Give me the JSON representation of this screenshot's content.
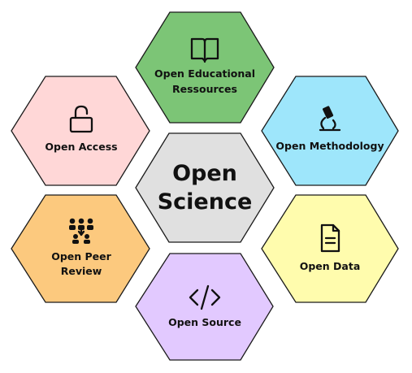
{
  "center": {
    "line1": "Open",
    "line2": "Science",
    "color": "#e0e0e0"
  },
  "petals": [
    {
      "id": "educational",
      "lines": [
        "Open Educational",
        "Ressources"
      ],
      "color": "#7cc576",
      "icon": "open-book-icon"
    },
    {
      "id": "access",
      "lines": [
        "Open Access"
      ],
      "color": "#ffd7d7",
      "icon": "unlocked-padlock-icon"
    },
    {
      "id": "methodology",
      "lines": [
        "Open Methodology"
      ],
      "color": "#9ee6fb",
      "icon": "microscope-icon"
    },
    {
      "id": "peer-review",
      "lines": [
        "Open Peer",
        "Review"
      ],
      "color": "#fcc97e",
      "icon": "people-group-icon"
    },
    {
      "id": "data",
      "lines": [
        "Open Data"
      ],
      "color": "#fffcad",
      "icon": "document-icon"
    },
    {
      "id": "source",
      "lines": [
        "Open Source"
      ],
      "color": "#e2c9ff",
      "icon": "code-icon"
    }
  ],
  "outline_color": "#1a1a1a"
}
